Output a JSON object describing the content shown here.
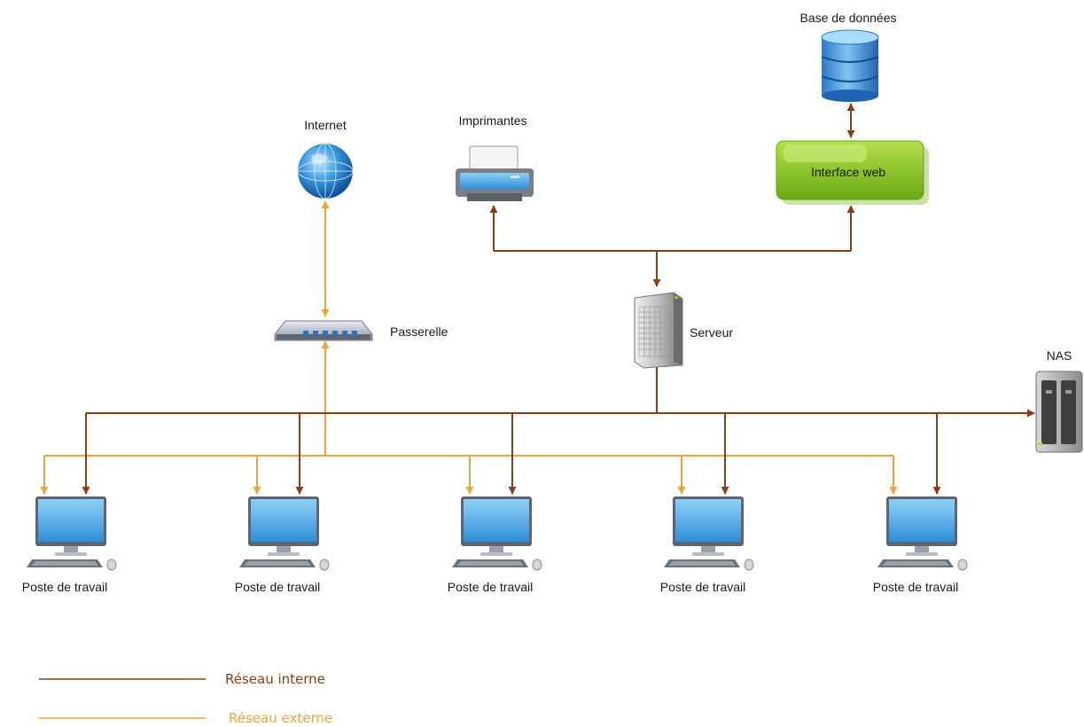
{
  "labels": {
    "internet": "Internet",
    "gateway": "Passerelle",
    "printers": "Imprimantes",
    "server": "Serveur",
    "database": "Base de données",
    "web_interface": "Interface web",
    "nas": "NAS",
    "workstations": [
      "Poste de travail",
      "Poste de travail",
      "Poste de travail",
      "Poste de travail",
      "Poste de travail"
    ]
  },
  "legend": {
    "internal": "Réseau interne",
    "external": "Réseau externe"
  },
  "colors": {
    "internal_line": "#8b3f12",
    "external_line": "#f2a23a",
    "web_interface_fill": "#8fc31f"
  },
  "icons": {
    "internet": "globe-icon",
    "gateway": "router-icon",
    "printers": "printer-icon",
    "server": "server-tower-icon",
    "database": "database-icon",
    "nas": "nas-icon",
    "workstation": "desktop-computer-icon"
  }
}
